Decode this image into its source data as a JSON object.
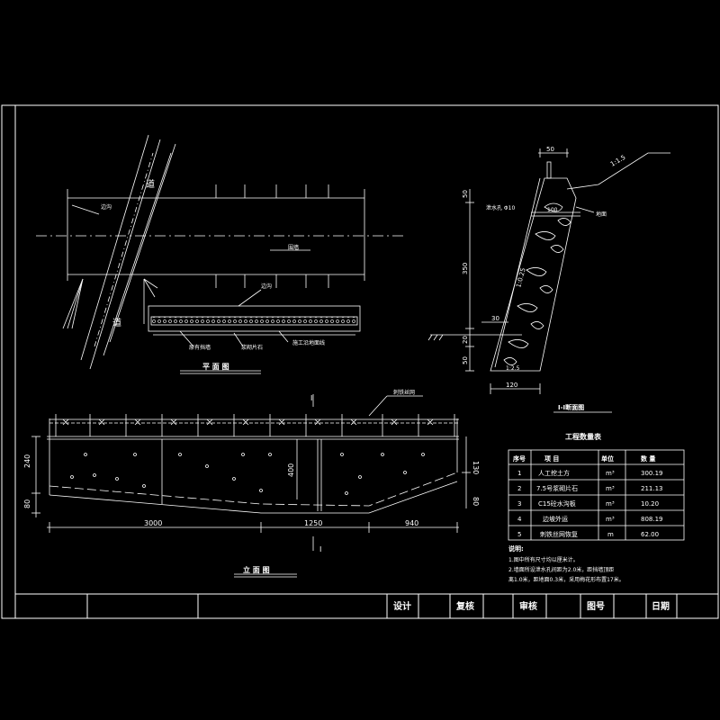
{
  "plan": {
    "title": "平 面 图",
    "road_left": "道",
    "road_right": "道",
    "label_ditch_top": "边沟",
    "label_wall": "围墙",
    "label_ditch_bottom": "边沟",
    "label_left_bottom": "原有挡墙",
    "label_mid_bottom": "浆砌片石",
    "label_right_bottom": "施工沿地面线"
  },
  "elevation": {
    "title": "立 面 图",
    "section_mark_top": "I",
    "section_mark_bottom": "I",
    "fence_label": "刺铁丝网",
    "dim_left_top": "240",
    "dim_left_bottom": "80",
    "dim_inner": "400",
    "dim_right_top": "130",
    "dim_right_bottom": "80",
    "dim_b1": "3000",
    "dim_b2": "1250",
    "dim_b3": "940"
  },
  "section": {
    "title": "I-I断面图",
    "dim_top": "50",
    "slope_top": "1:1.5",
    "label_drain": "泄水孔 Φ10",
    "dim_100": "100",
    "label_ground": "地面",
    "dim_50a": "50",
    "dim_350": "350",
    "slope_wall": "1:0.25",
    "dim_30": "30",
    "dim_20": "20",
    "dim_50b": "50",
    "dim_120": "120",
    "slope_base": "1:2.5"
  },
  "table": {
    "title": "工程数量表",
    "headers": [
      "序号",
      "项    目",
      "单位",
      "数  量"
    ],
    "rows": [
      {
        "no": "1",
        "item": "人工挖土方",
        "unit": "m³",
        "qty": "300.19"
      },
      {
        "no": "2",
        "item": "7.5号浆砌片石",
        "unit": "m³",
        "qty": "211.13"
      },
      {
        "no": "3",
        "item": "C15砼水沟板",
        "unit": "m³",
        "qty": "10.20"
      },
      {
        "no": "4",
        "item": "边坡外运",
        "unit": "m³",
        "qty": "808.19"
      },
      {
        "no": "5",
        "item": "刺铁丝网恢复",
        "unit": "m",
        "qty": "62.00"
      }
    ]
  },
  "notes": {
    "title": "说明:",
    "lines": [
      "1.图中所有尺寸均以厘米计。",
      "2.墙面所设泄水孔间距为2.0米，距挡墙顶距",
      "离1.0米，距地面0.3米，采用梅花形布置17米。"
    ]
  },
  "titleblock": {
    "design": "设计",
    "review": "复核",
    "check": "审核",
    "drawing_no": "图号",
    "date": "日期"
  }
}
